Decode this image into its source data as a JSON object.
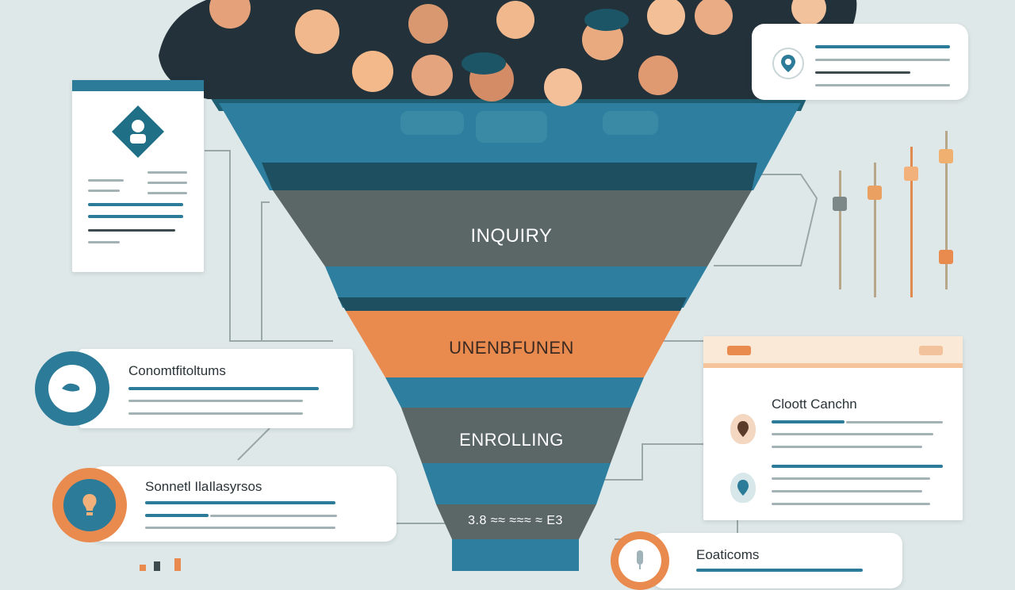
{
  "funnel": {
    "stage_inquiry": "INQUIRY",
    "stage_middle": "UNENBFUNEN",
    "stage_enrolling": "ENROLLING",
    "stage_bottom": "3.8 ≈≈ ≈≈≈ ≈ E3"
  },
  "cards": {
    "left_middle_title": "Conomtfitoltums",
    "left_bottom_title": "Sonnetl IlaIlasyrsos",
    "right_panel_title": "Cloott Canchn",
    "bottom_right_title": "Eoaticoms"
  },
  "colors": {
    "teal": "#2c7b99",
    "dark_teal": "#1f5f73",
    "orange": "#e98a4e",
    "gray_band": "#5a6566",
    "background": "#dfe8e8"
  },
  "icons": {
    "people_crowd": "crowd-illustration",
    "doc_badge": "diamond-person-icon",
    "location_pin": "location-pin-icon",
    "chat": "chat-bubble-icon",
    "lightbulb": "lightbulb-icon",
    "person_marker": "person-marker-icon",
    "microphone": "microphone-icon",
    "sliders": "slider-controls-icon"
  }
}
